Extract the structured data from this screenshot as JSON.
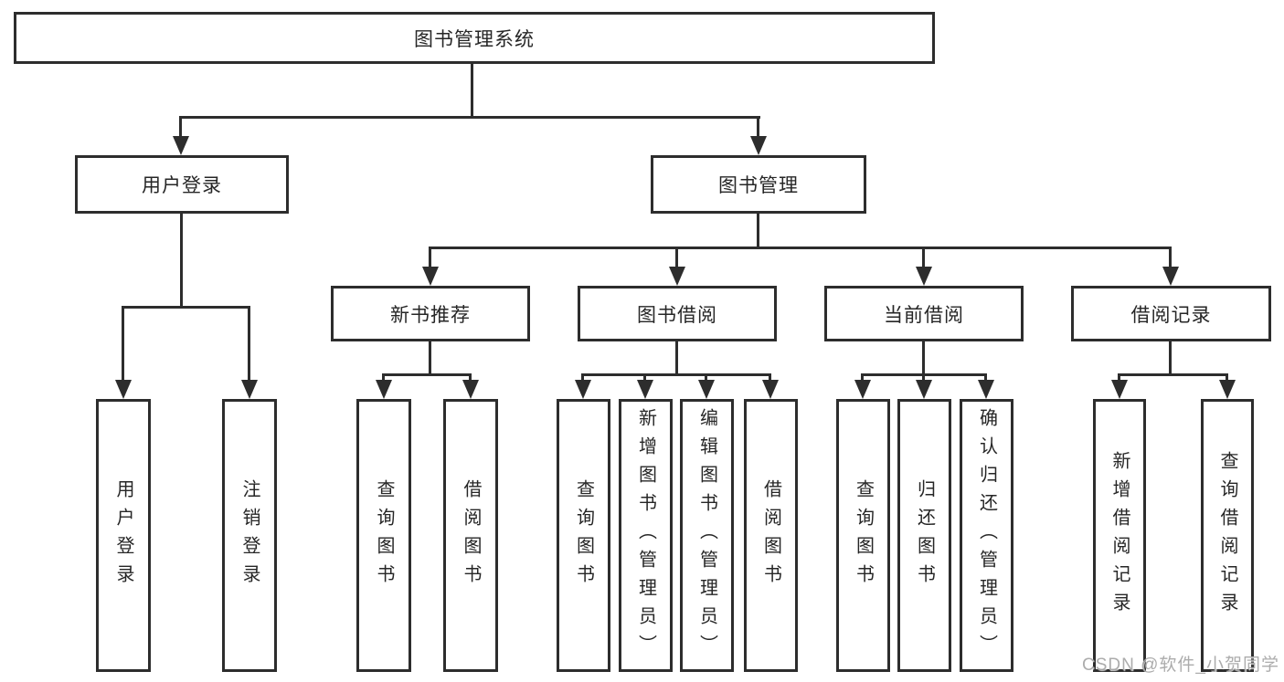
{
  "tree": {
    "root": {
      "label": "图书管理系统",
      "children": [
        {
          "label": "用户登录",
          "children": [
            {
              "label": "用户登录"
            },
            {
              "label": "注销登录"
            }
          ]
        },
        {
          "label": "图书管理",
          "children": [
            {
              "label": "新书推荐",
              "children": [
                {
                  "label": "查询图书"
                },
                {
                  "label": "借阅图书"
                }
              ]
            },
            {
              "label": "图书借阅",
              "children": [
                {
                  "label": "查询图书"
                },
                {
                  "label": "新增图书（管理员）"
                },
                {
                  "label": "编辑图书（管理员）"
                },
                {
                  "label": "借阅图书"
                }
              ]
            },
            {
              "label": "当前借阅",
              "children": [
                {
                  "label": "查询图书"
                },
                {
                  "label": "归还图书"
                },
                {
                  "label": "确认归还（管理员）"
                }
              ]
            },
            {
              "label": "借阅记录",
              "children": [
                {
                  "label": "新增借阅记录"
                },
                {
                  "label": "查询借阅记录"
                }
              ]
            }
          ]
        }
      ]
    }
  },
  "watermark": {
    "text": "CSDN @软件_小贺同学"
  },
  "colors": {
    "line": "#2d2d2d",
    "background": "#ffffff",
    "watermark": "#a8a8a8"
  }
}
